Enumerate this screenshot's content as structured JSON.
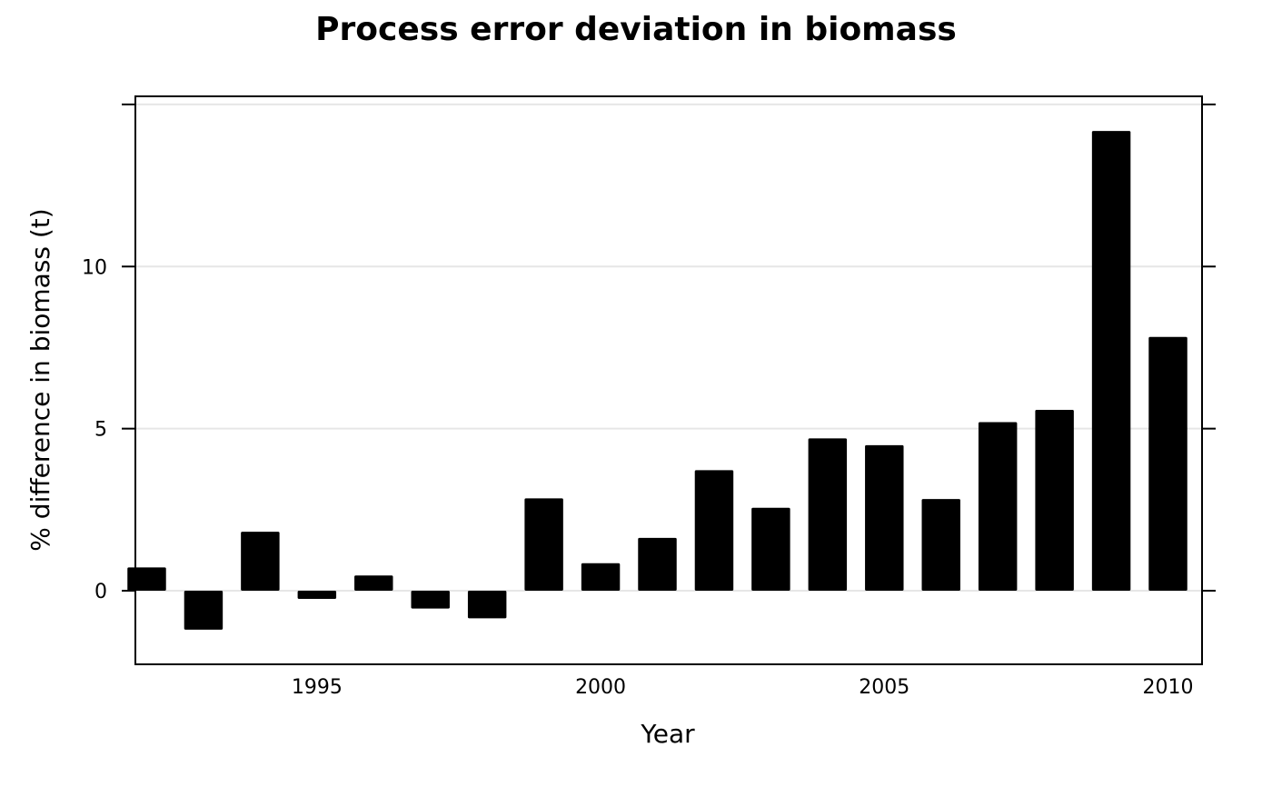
{
  "chart_data": {
    "type": "bar",
    "title": "Process error deviation in biomass",
    "xlabel": "Year",
    "ylabel": "% difference in biomass (t)",
    "x": [
      1992,
      1993,
      1994,
      1995,
      1996,
      1997,
      1998,
      1999,
      2000,
      2001,
      2002,
      2003,
      2004,
      2005,
      2006,
      2007,
      2008,
      2009,
      2010
    ],
    "values": [
      0.72,
      -1.2,
      1.82,
      -0.25,
      0.47,
      -0.55,
      -0.85,
      2.85,
      0.85,
      1.63,
      3.72,
      2.56,
      4.7,
      4.49,
      2.83,
      5.2,
      5.58,
      14.18,
      7.83
    ],
    "xlim": [
      1991.8,
      2010.6
    ],
    "ylim": [
      -2.27,
      15.25
    ],
    "xticks": [
      1995,
      2000,
      2005,
      2010
    ],
    "yticks": [
      0,
      5,
      10
    ],
    "ytick_grid": [
      0,
      5,
      10,
      15
    ],
    "grid": true,
    "colors": {
      "bar": "#000000",
      "grid": "#e6e6e6",
      "frame": "#000000"
    }
  }
}
